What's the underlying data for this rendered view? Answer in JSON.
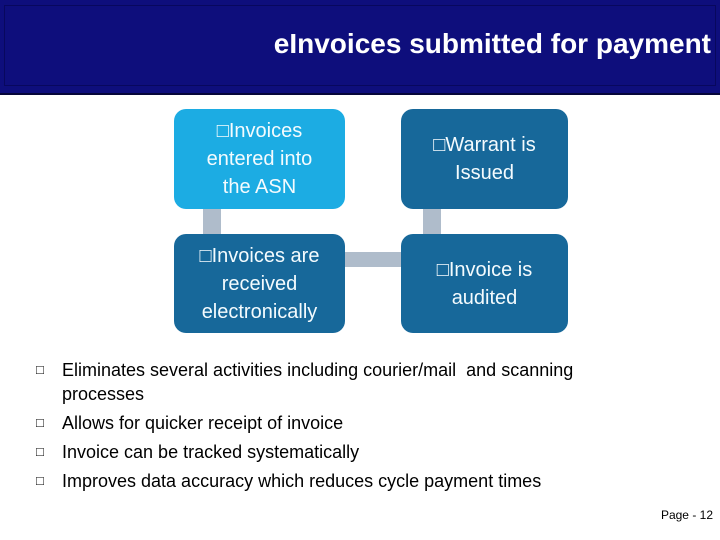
{
  "header": {
    "title": "eInvoices submitted for payment"
  },
  "colors": {
    "header_bg": "#0e0e7c",
    "box_light_blue": "#1cace3",
    "box_dark_teal": "#17689a",
    "connector_gray": "#afbccb",
    "title_text": "#ffffff",
    "body_text": "#000000"
  },
  "flow_boxes": [
    {
      "name": "invoices-entered-asn",
      "variant": "light",
      "lines": [
        "□Invoices",
        "entered into",
        "the ASN"
      ]
    },
    {
      "name": "warrant-issued",
      "variant": "dark",
      "lines": [
        "□Warrant is",
        "Issued"
      ]
    },
    {
      "name": "invoices-received",
      "variant": "dark",
      "lines": [
        "□Invoices are",
        "received",
        "electronically"
      ]
    },
    {
      "name": "invoice-audited",
      "variant": "dark",
      "lines": [
        "□Invoice is",
        "audited"
      ]
    }
  ],
  "bullets": {
    "bullet_char": "□",
    "items": [
      "Eliminates several activities including courier/mail  and scanning processes",
      "Allows for quicker receipt of invoice",
      "Invoice can be tracked systematically",
      "Improves data accuracy which reduces cycle payment times"
    ]
  },
  "footer": {
    "page_label": "Page - 12"
  }
}
